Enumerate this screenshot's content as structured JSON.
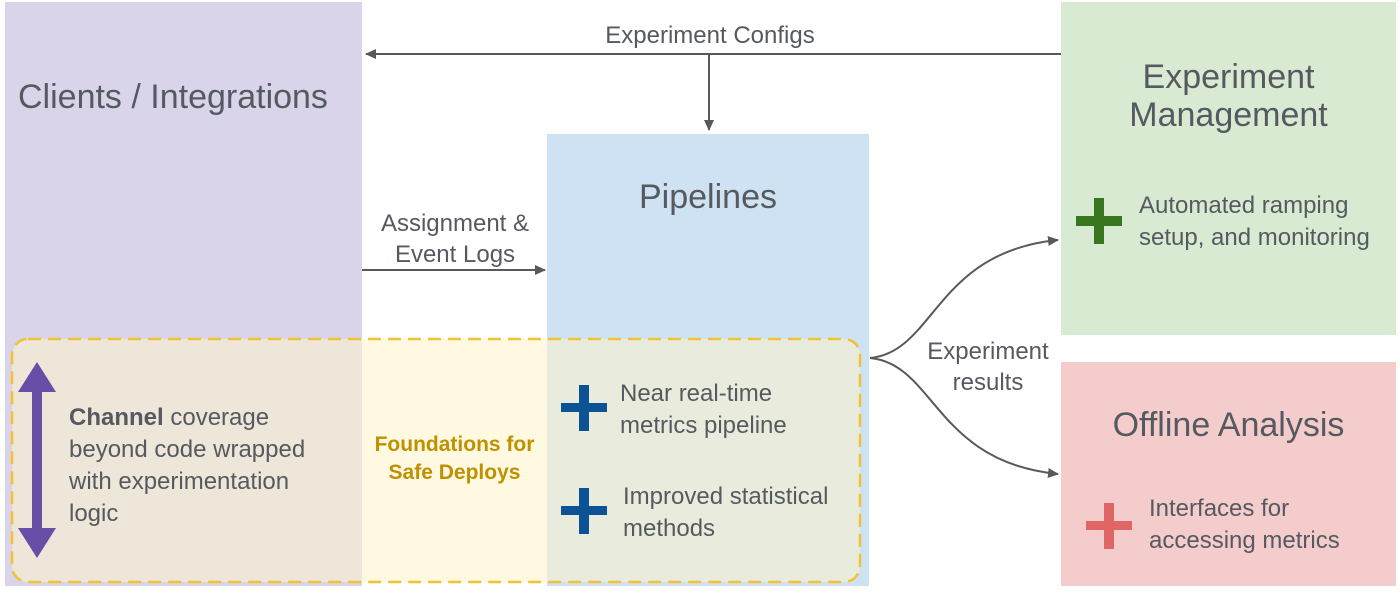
{
  "nodes": {
    "clients": {
      "title": "Clients / Integrations",
      "color": "#dad4ea"
    },
    "pipelines": {
      "title": "Pipelines",
      "color": "#cfe2f3"
    },
    "experiment_management": {
      "title_line1": "Experiment",
      "title_line2": "Management",
      "color": "#d9ead3"
    },
    "offline_analysis": {
      "title": "Offline Analysis",
      "color": "#f4cccc"
    }
  },
  "edges": {
    "experiment_configs": "Experiment Configs",
    "assignment_line1": "Assignment &",
    "assignment_line2": "Event Logs",
    "results_line1": "Experiment",
    "results_line2": "results"
  },
  "foundations": {
    "line1": "Foundations for",
    "line2": "Safe Deploys",
    "border_color": "#f1c232",
    "text_color": "#bf9000"
  },
  "features": {
    "channel": {
      "bold": "Channel",
      "rest": " coverage",
      "line2": "beyond code wrapped",
      "line3": "with experimentation",
      "line4": "logic",
      "icon_color": "#674ea7"
    },
    "near_realtime": {
      "line1": "Near real-time",
      "line2": "metrics pipeline",
      "icon_color": "#0b5394"
    },
    "statistical": {
      "line1": "Improved statistical",
      "line2": "methods",
      "icon_color": "#0b5394"
    },
    "ramping": {
      "line1": "Automated ramping",
      "line2": "setup, and monitoring",
      "icon_color": "#38761d"
    },
    "interfaces": {
      "line1": "Interfaces for",
      "line2": "accessing metrics",
      "icon_color": "#e06666"
    }
  }
}
